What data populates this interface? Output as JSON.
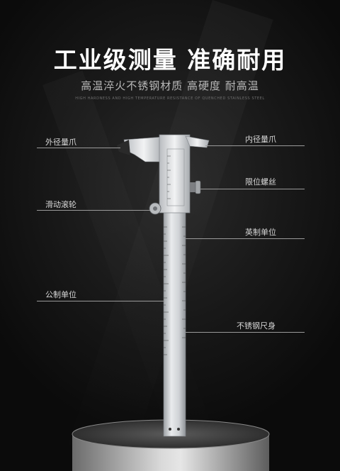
{
  "header": {
    "title": "工业级测量 准确耐用",
    "subtitle": "高温淬火不锈钢材质 高硬度 耐高温",
    "tiny_text": "HIGH HARDNESS AND HIGH TEMPERATURE RESISTANCE OF QUENCHED STAINLESS STEEL"
  },
  "callouts": {
    "outer_jaw": "外径量爪",
    "inner_jaw": "内径量爪",
    "limit_screw": "限位螺丝",
    "slide_wheel": "滑动滚轮",
    "imperial_unit": "英制单位",
    "metric_unit": "公制单位",
    "steel_body": "不锈钢尺身"
  },
  "colors": {
    "background": "#111111",
    "text": "#ffffff",
    "steel": "#d6d8da"
  },
  "icons": {
    "caliper": "vernier-caliper-image",
    "pedestal": "round-pedestal"
  }
}
